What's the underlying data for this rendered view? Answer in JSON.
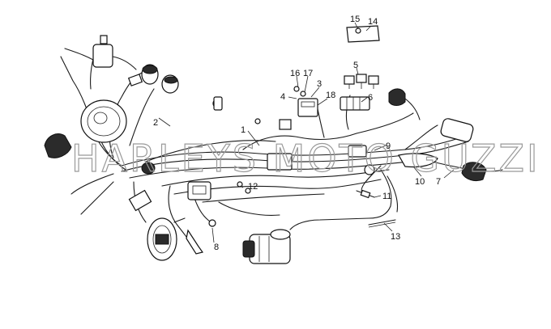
{
  "watermark": "HARLEYS MOTO GUZZI ©",
  "callouts": [
    {
      "id": "c1",
      "label": "1"
    },
    {
      "id": "c2",
      "label": "2"
    },
    {
      "id": "c3",
      "label": "3"
    },
    {
      "id": "c4",
      "label": "4"
    },
    {
      "id": "c5",
      "label": "5"
    },
    {
      "id": "c6",
      "label": "6"
    },
    {
      "id": "c7",
      "label": "7"
    },
    {
      "id": "c8",
      "label": "8"
    },
    {
      "id": "c9",
      "label": "9"
    },
    {
      "id": "c10",
      "label": "10"
    },
    {
      "id": "c11",
      "label": "11"
    },
    {
      "id": "c12",
      "label": "12"
    },
    {
      "id": "c13",
      "label": "13"
    },
    {
      "id": "c14",
      "label": "14"
    },
    {
      "id": "c15",
      "label": "15"
    },
    {
      "id": "c16",
      "label": "16"
    },
    {
      "id": "c17",
      "label": "17"
    },
    {
      "id": "c18",
      "label": "18"
    }
  ]
}
